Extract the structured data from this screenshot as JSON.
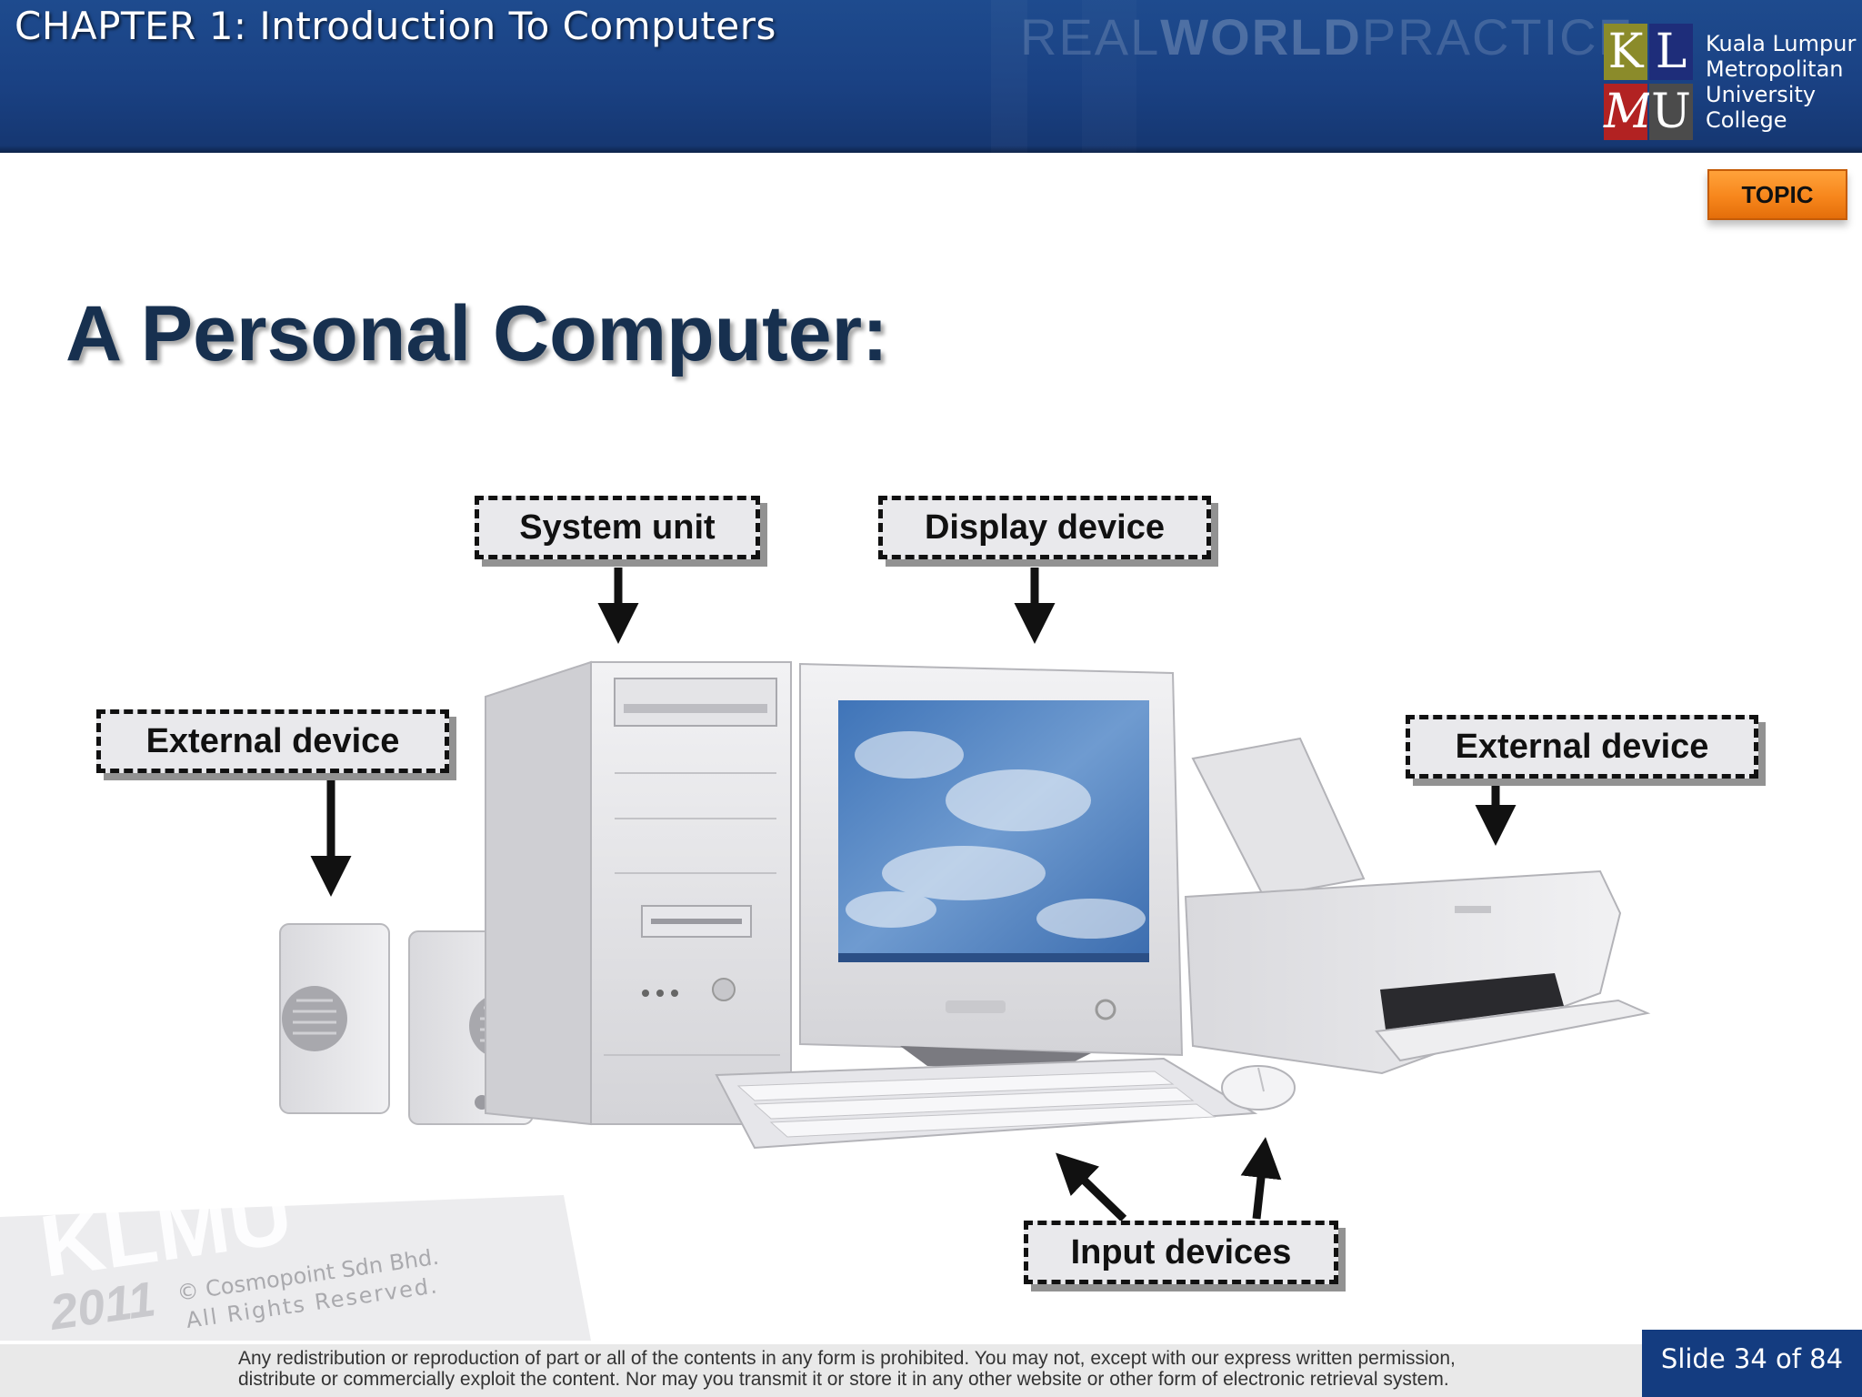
{
  "header": {
    "chapter_title": "CHAPTER 1: Introduction To Computers",
    "tagline_light_1": "REAL",
    "tagline_bold": "WORLD",
    "tagline_light_2": "PRACTICE",
    "bg_color": "#1a4183"
  },
  "logo": {
    "letters": [
      "K",
      "L",
      "M",
      "U"
    ],
    "name_lines": [
      "Kuala Lumpur",
      "Metropolitan",
      "University",
      "College"
    ],
    "letter_colors": [
      "#8b8b2a",
      "#1e2d7a",
      "#b22222",
      "#4b4b4b"
    ]
  },
  "topic_button": {
    "label": "TOPIC",
    "color": "#f7861c"
  },
  "slide": {
    "heading": "A Personal Computer:",
    "callouts": {
      "system_unit": "System unit",
      "display_device": "Display device",
      "external_device_left": "External device",
      "external_device_right": "External device",
      "input_devices": "Input devices"
    }
  },
  "watermark": {
    "brand": "KLMU",
    "year": "2011",
    "copyright_line1": "© Cosmopoint Sdn Bhd.",
    "copyright_line2": "All Rights Reserved."
  },
  "footer": {
    "notice_line1": "Any redistribution or reproduction of part or all of the contents in any form is prohibited. You may not, except with our express written permission,",
    "notice_line2": "distribute or commercially exploit the content. Nor may you transmit it or store it in any other website or other form of electronic retrieval system.",
    "slide_counter": "Slide 34 of 84"
  },
  "icons": [
    "speaker-icon",
    "system-unit-tower-icon",
    "crt-monitor-icon",
    "keyboard-icon",
    "mouse-icon",
    "printer-icon"
  ]
}
